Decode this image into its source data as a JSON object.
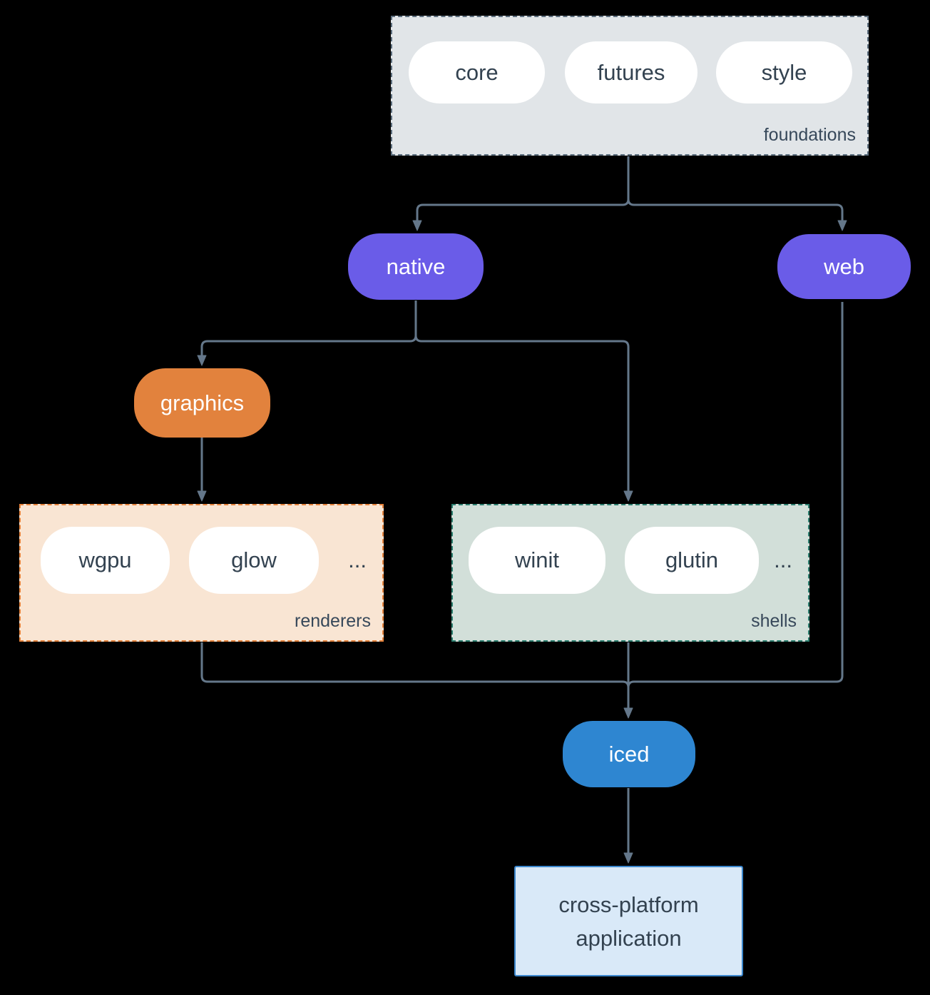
{
  "groups": {
    "foundations": {
      "label": "foundations",
      "items": [
        "core",
        "futures",
        "style"
      ]
    },
    "renderers": {
      "label": "renderers",
      "items": [
        "wgpu",
        "glow"
      ],
      "more": "..."
    },
    "shells": {
      "label": "shells",
      "items": [
        "winit",
        "glutin"
      ],
      "more": "..."
    }
  },
  "nodes": {
    "native": {
      "label": "native"
    },
    "web": {
      "label": "web"
    },
    "graphics": {
      "label": "graphics"
    },
    "iced": {
      "label": "iced"
    },
    "app": {
      "line1": "cross-platform",
      "line2": "application"
    }
  },
  "edges": [
    {
      "from": "foundations",
      "to": "native"
    },
    {
      "from": "foundations",
      "to": "web"
    },
    {
      "from": "native",
      "to": "graphics"
    },
    {
      "from": "native",
      "to": "shells"
    },
    {
      "from": "graphics",
      "to": "renderers"
    },
    {
      "from": "renderers",
      "to": "iced"
    },
    {
      "from": "shells",
      "to": "iced"
    },
    {
      "from": "web",
      "to": "iced"
    },
    {
      "from": "iced",
      "to": "app"
    }
  ],
  "colors": {
    "background": "#000000",
    "edge": "#64778a",
    "purple_pill": "#6a5ce8",
    "orange_pill": "#e2823d",
    "blue_pill": "#2e86d1",
    "foundations_bg": "#e1e5e8",
    "foundations_border": "#5c6e7e",
    "renderers_bg": "#f9e5d3",
    "renderers_border": "#e5823b",
    "shells_bg": "#d2dfd9",
    "shells_border": "#2b7e6e",
    "app_bg": "#d9e9f8",
    "app_border": "#3c87cd",
    "dark_text": "#334250",
    "light_text": "#ffffff"
  }
}
